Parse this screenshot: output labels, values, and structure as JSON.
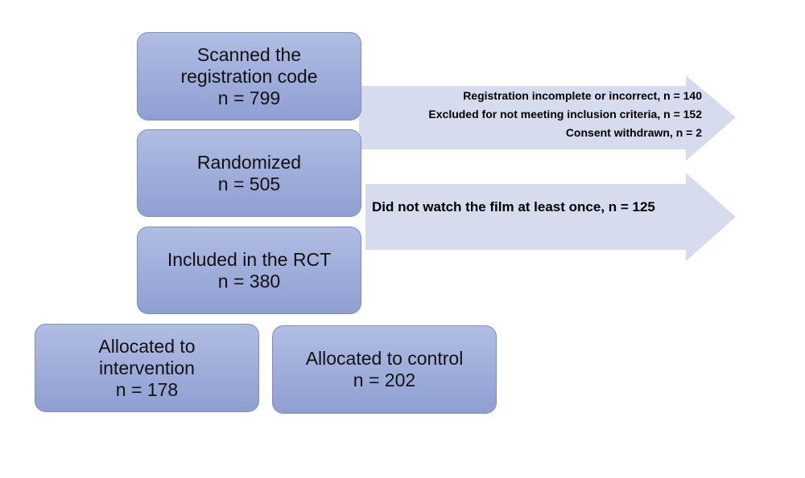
{
  "colors": {
    "box_fill_top": "#b1bde3",
    "box_fill_bottom": "#8f9fd2",
    "box_border": "#7f8fbd",
    "arrow_fill": "#d6dbee"
  },
  "boxes": {
    "scanned": {
      "line1": "Scanned the",
      "line2": "registration code",
      "line3": "n = 799"
    },
    "randomized": {
      "line1": "Randomized",
      "line2": "n = 505"
    },
    "included": {
      "line1": "Included in the RCT",
      "line2": "n = 380"
    },
    "intervention": {
      "line1": "Allocated to",
      "line2": "intervention",
      "line3": "n = 178"
    },
    "control": {
      "line1": "Allocated to control",
      "line2": "n = 202"
    }
  },
  "exclusions": {
    "first": [
      "Registration incomplete or incorrect, n = 140",
      "Excluded for not meeting inclusion criteria, n = 152",
      "Consent withdrawn, n = 2"
    ],
    "second": "Did not watch the film at least once,  n = 125"
  }
}
